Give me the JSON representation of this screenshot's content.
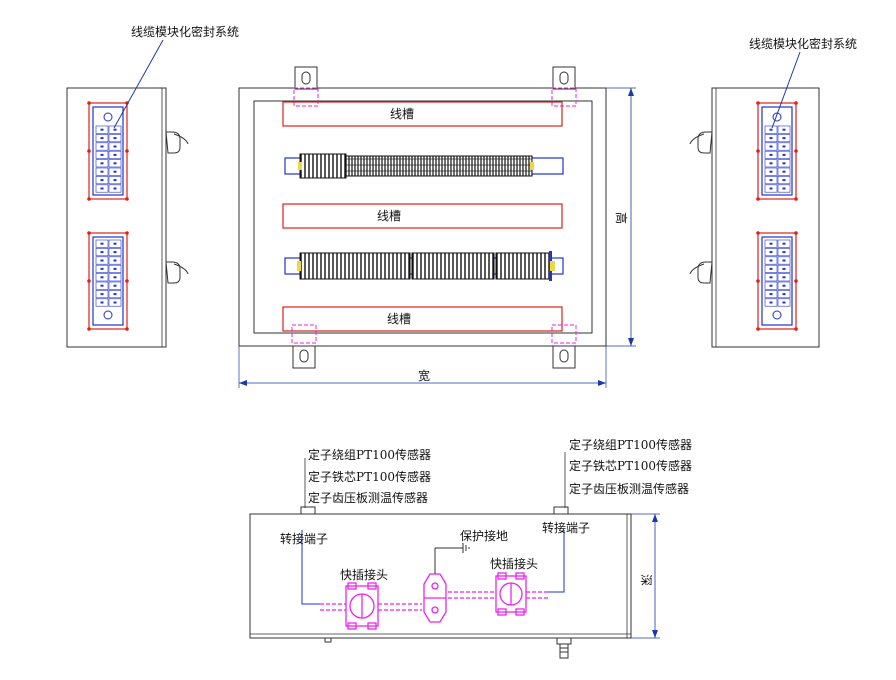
{
  "top_view": {
    "left_side_callout": "线缆模块化密封系统",
    "right_side_callout": "线缆模块化密封系统",
    "trough_1": "线槽",
    "trough_2": "线槽",
    "trough_3": "线槽",
    "height_label": "高",
    "width_label": "宽"
  },
  "bottom_view": {
    "left_sensors": [
      "定子绕组PT100传感器",
      "定子铁芯PT100传感器",
      "定子齿压板测温传感器"
    ],
    "right_sensors": [
      "定子绕组PT100传感器",
      "定子铁芯PT100传感器",
      "定子齿压板测温传感器"
    ],
    "left_terminal": "转接端子",
    "right_terminal": "转接端子",
    "left_connector": "快插接头",
    "right_connector": "快插接头",
    "ground": "保护接地",
    "depth_label": "深"
  },
  "colors": {
    "outline": "#333333",
    "red": "#e0201c",
    "blue": "#2233cc",
    "magenta": "#ee22ee",
    "callout": "#1a3aa8"
  }
}
